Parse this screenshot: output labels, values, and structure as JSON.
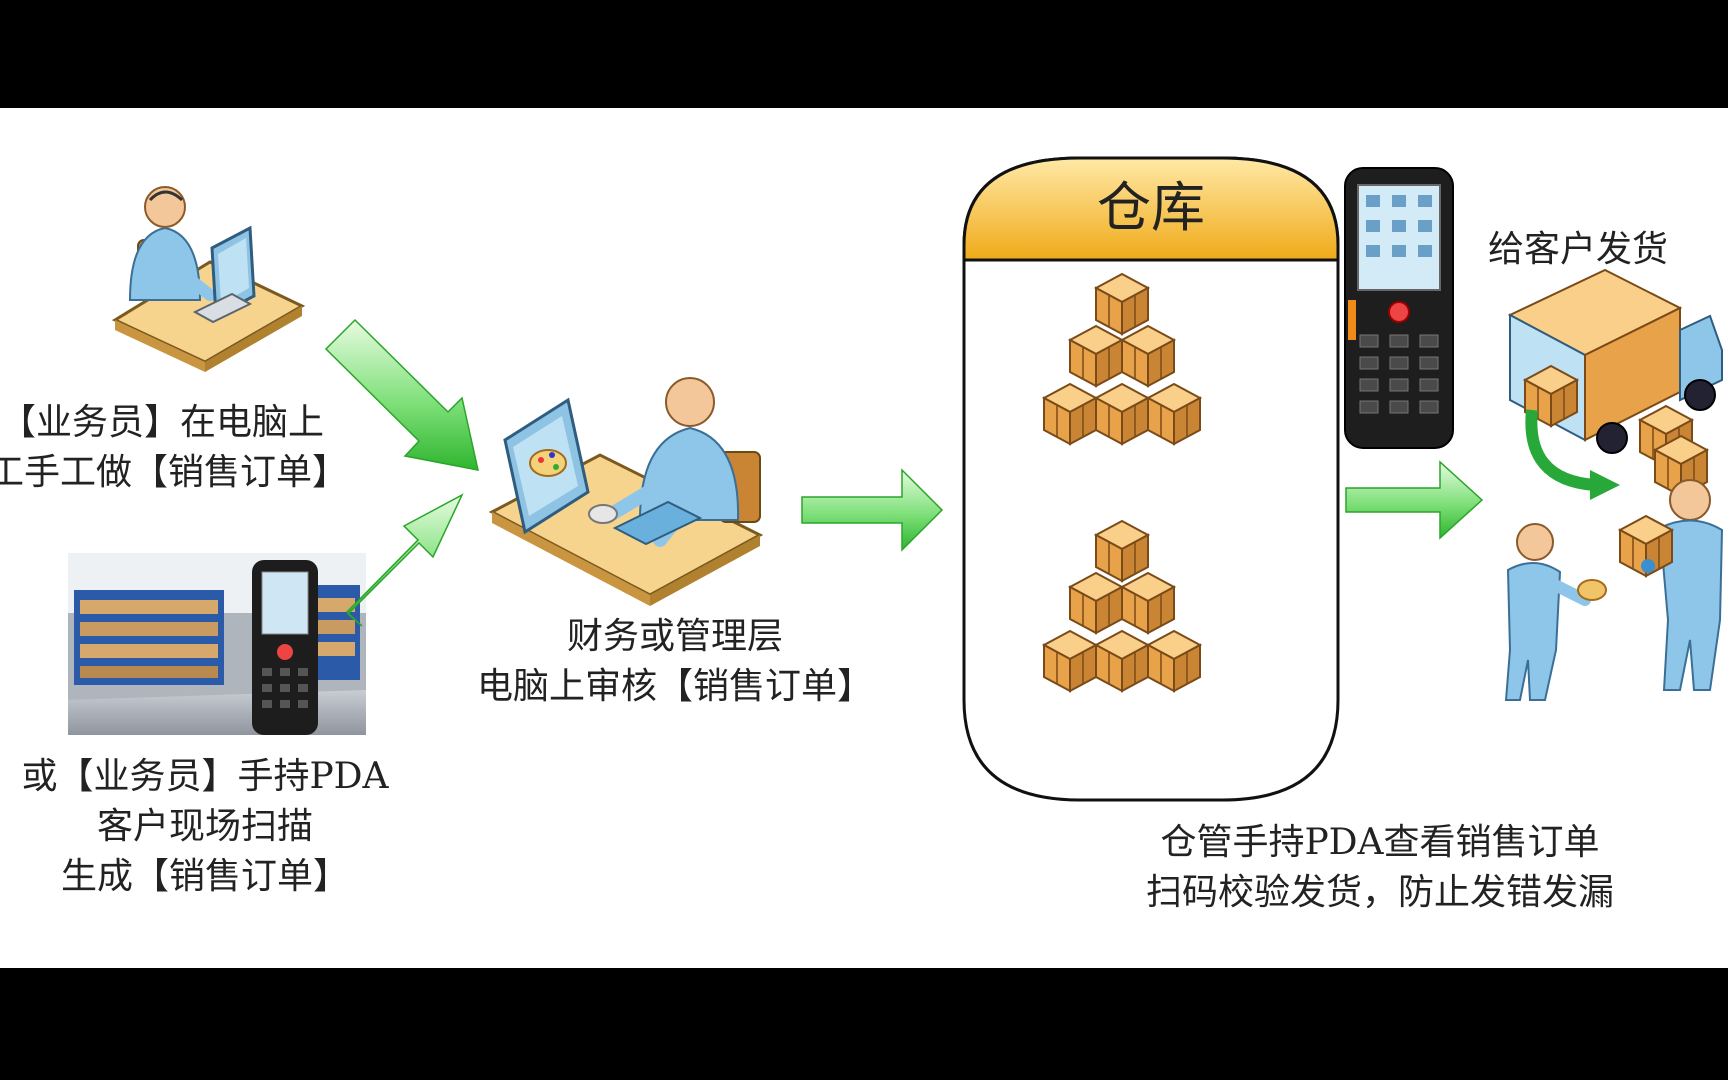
{
  "labels": {
    "clerk_pc_line1": "【业务员】在电脑上",
    "clerk_pc_line2": "工手工做【销售订单】",
    "clerk_pda_line1": "或【业务员】手持PDA",
    "clerk_pda_line2": "客户现场扫描",
    "clerk_pda_line3": "生成【销售订单】",
    "review_line1": "财务或管理层",
    "review_line2": "电脑上审核【销售订单】",
    "warehouse_title": "仓库",
    "ship_title": "给客户发货",
    "warehouse_line1": "仓管手持PDA查看销售订单",
    "warehouse_line2": "扫码校验发货，防止发错发漏"
  },
  "colors": {
    "arrow_green": "#3fcf3f",
    "warehouse_header": "#f2b72c",
    "box_orange": "#e8a24a",
    "person_blue": "#8ec6ea"
  }
}
